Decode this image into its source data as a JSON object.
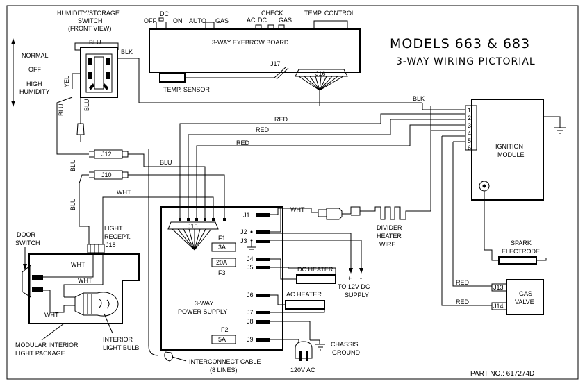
{
  "title": "MODELS 663 & 683",
  "subtitle": "3-WAY WIRING PICTORIAL",
  "part_number": "PART NO.: 617274D",
  "eyebrow_board": {
    "name": "3-WAY EYEBROW BOARD",
    "off": "OFF",
    "dc": "DC",
    "on": "ON",
    "auto": "AUTO",
    "gas": "GAS",
    "check": "CHECK",
    "check_ac": "AC",
    "check_dc": "DC",
    "check_gas": "GAS",
    "temp_control": "TEMP. CONTROL",
    "j17": "J17",
    "j16": "J16"
  },
  "temp_sensor": "TEMP. SENSOR",
  "humidity_switch": {
    "title1": "HUMIDITY/STORAGE",
    "title2": "SWITCH",
    "title3": "(FRONT VIEW)",
    "normal": "NORMAL",
    "off": "OFF",
    "high1": "HIGH",
    "high2": "HUMIDITY"
  },
  "wires": {
    "blu": "BLU",
    "blk": "BLK",
    "yel": "YEL",
    "red": "RED",
    "wht": "WHT"
  },
  "connectors": {
    "j12": "J12",
    "j10": "J10"
  },
  "ignition_module": {
    "label1": "IGNITION",
    "label2": "MODULE",
    "pins": [
      "1",
      "2",
      "3",
      "4",
      "5",
      "6"
    ]
  },
  "power_supply": {
    "label1": "3-WAY",
    "label2": "POWER SUPPLY",
    "j15": "J15",
    "f1": "F1",
    "f1_rating": "3A",
    "f3_rating": "20A",
    "f3": "F3",
    "f2": "F2",
    "f2_rating": "5A",
    "terminals": [
      "J1",
      "J2",
      "J3",
      "J4",
      "J5",
      "J6",
      "J7",
      "J8",
      "J9"
    ]
  },
  "divider_heater": [
    "DIVIDER",
    "HEATER",
    "WIRE"
  ],
  "spark_electrode": [
    "SPARK",
    "ELECTRODE"
  ],
  "gas_valve": {
    "label1": "GAS",
    "label2": "VALVE",
    "j13": "J13",
    "j14": "J14"
  },
  "dc_heater": "DC HEATER",
  "ac_heater": "AC HEATER",
  "dc_supply": {
    "plus": "+",
    "minus": "-",
    "label1": "TO 12V DC",
    "label2": "SUPPLY"
  },
  "chassis_ground": [
    "CHASSIS",
    "GROUND"
  ],
  "ac_120": "120V AC",
  "interconnect": [
    "INTERCONNECT CABLE",
    "(8 LINES)"
  ],
  "light": {
    "recept1": "LIGHT",
    "recept2": "RECEPT.",
    "recept3": "J18",
    "door1": "DOOR",
    "door2": "SWITCH",
    "package1": "MODULAR INTERIOR",
    "package2": "LIGHT PACKAGE",
    "bulb1": "INTERIOR",
    "bulb2": "LIGHT BULB"
  }
}
